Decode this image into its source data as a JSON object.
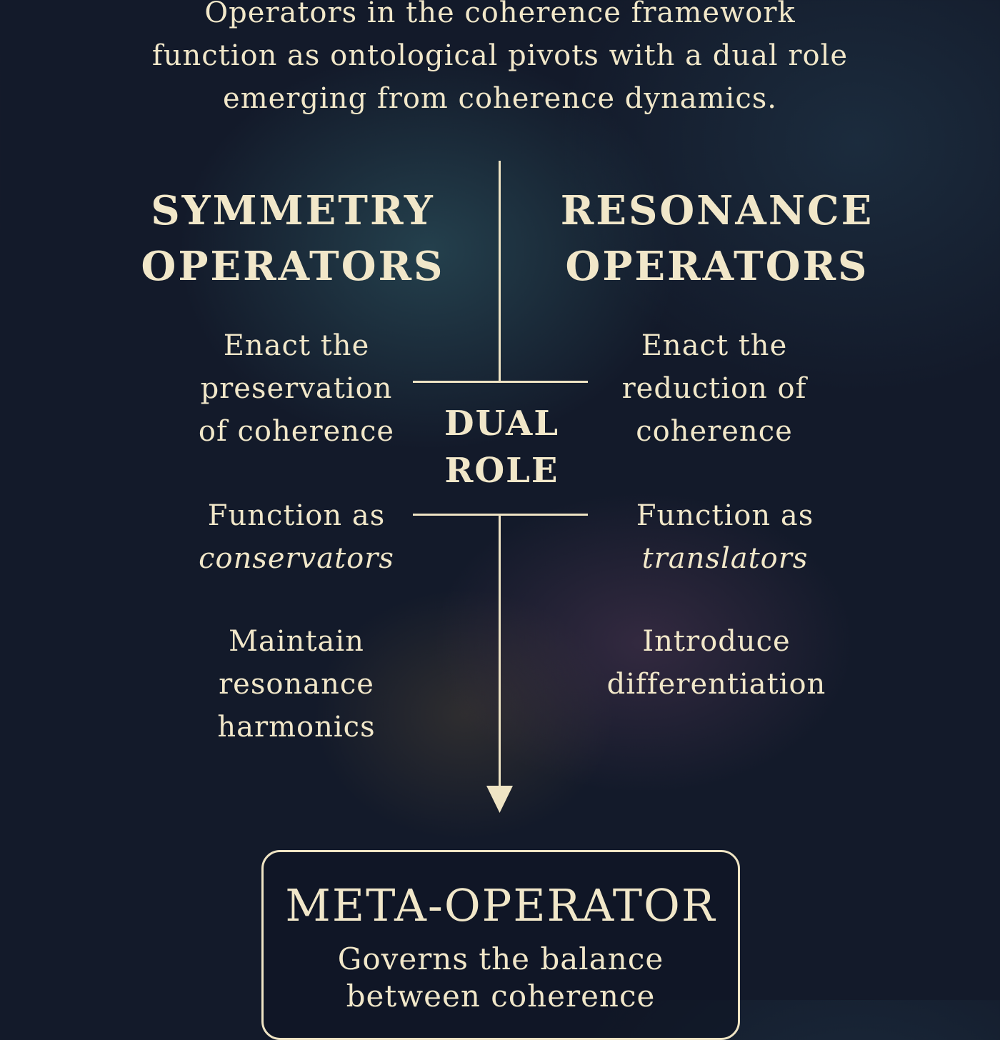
{
  "intro": [
    "Operators in the coherence framework",
    "function as ontological pivots with a dual role",
    "emerging from coherence dynamics."
  ],
  "left": {
    "title": [
      "SYMMETRY",
      "OPERATORS"
    ],
    "item1": [
      "Enact the",
      "preservation",
      "of coherence"
    ],
    "item2": [
      "Function as",
      "conservators"
    ],
    "item3": [
      "Maintain",
      "resonance",
      "harmonics"
    ]
  },
  "right": {
    "title": [
      "RESONANCE",
      "OPERATORS"
    ],
    "item1": [
      "Enact the",
      "reduction of",
      "coherence"
    ],
    "item2": [
      "Function as",
      "translators"
    ],
    "item3": [
      "Introduce",
      "differentiation"
    ]
  },
  "center": [
    "DUAL",
    "ROLE"
  ],
  "meta": {
    "title": "META-OPERATOR",
    "desc": [
      "Governs the balance",
      "between coherence"
    ]
  }
}
